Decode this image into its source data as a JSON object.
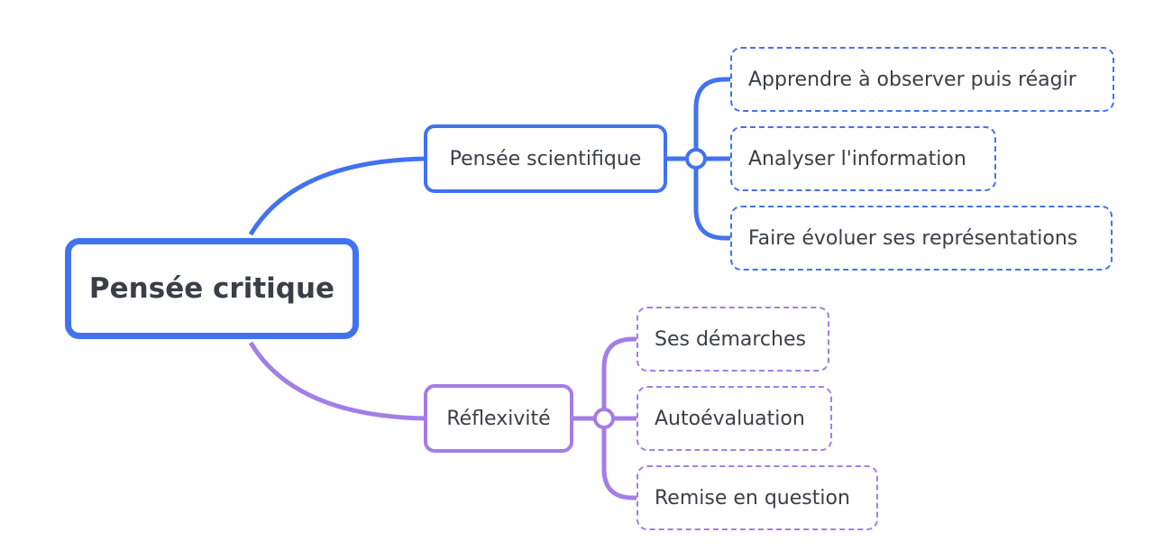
{
  "colors": {
    "blue": "#4272ef",
    "purple": "#a27ee6",
    "text": "#3a3f47"
  },
  "root": {
    "label": "Pensée critique"
  },
  "branches": [
    {
      "label": "Pensée scientifique",
      "children": [
        {
          "label": "Apprendre à observer puis réagir"
        },
        {
          "label": "Analyser l'information"
        },
        {
          "label": "Faire évoluer ses représentations"
        }
      ]
    },
    {
      "label": "Réflexivité",
      "children": [
        {
          "label": "Ses démarches"
        },
        {
          "label": "Autoévaluation"
        },
        {
          "label": "Remise en question"
        }
      ]
    }
  ]
}
